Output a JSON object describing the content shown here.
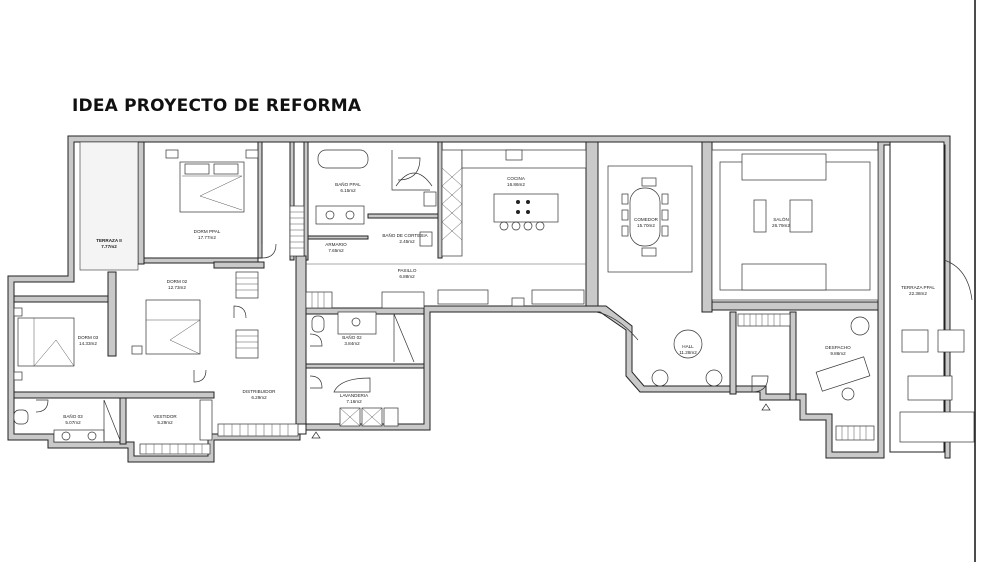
{
  "title": "IDEA PROYECTO DE REFORMA",
  "rooms": [
    {
      "id": "terraza2",
      "name": "TERRAZA II",
      "area": "7.77m2"
    },
    {
      "id": "dorm-ppal",
      "name": "DORM PPAL",
      "area": "17.77m2"
    },
    {
      "id": "bano-ppal",
      "name": "BAÑO PPAL",
      "area": "6.15m2"
    },
    {
      "id": "armario",
      "name": "ARMARIO",
      "area": "7.65m2"
    },
    {
      "id": "bano-cortesia",
      "name": "BAÑO DE CORTESIA",
      "area": "2.45m2"
    },
    {
      "id": "cocina",
      "name": "COCINA",
      "area": "16.86m2"
    },
    {
      "id": "comedor",
      "name": "COMEDOR",
      "area": "15.70m2"
    },
    {
      "id": "salon",
      "name": "SALÓN",
      "area": "26.79m2"
    },
    {
      "id": "terraza-ppal",
      "name": "TERRAZA PPAL",
      "area": "22.38m2"
    },
    {
      "id": "dorm2",
      "name": "DORM 02",
      "area": "12.73m2"
    },
    {
      "id": "pasillo",
      "name": "PASILLO",
      "area": "6.88m2"
    },
    {
      "id": "dorm3",
      "name": "DORM 03",
      "area": "14.33m2"
    },
    {
      "id": "bano2",
      "name": "BAÑO 02",
      "area": "3.84m2"
    },
    {
      "id": "hall",
      "name": "HALL",
      "area": "11.28m2"
    },
    {
      "id": "despacho",
      "name": "DESPACHO",
      "area": "9.86m2"
    },
    {
      "id": "distribuidor",
      "name": "DISTRIBUIDOR",
      "area": "6.29m2"
    },
    {
      "id": "lavanderia",
      "name": "LAVANDERIA",
      "area": "7.16m2"
    },
    {
      "id": "bano3",
      "name": "BAÑO 03",
      "area": "5.07m2"
    },
    {
      "id": "vestidor",
      "name": "VESTIDOR",
      "area": "5.29m2"
    }
  ]
}
